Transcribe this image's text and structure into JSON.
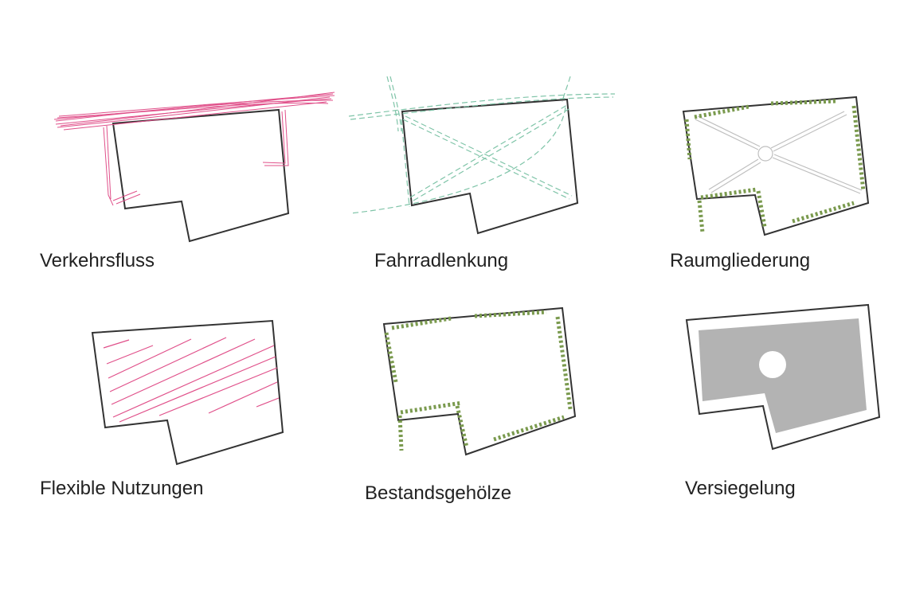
{
  "diagrams": [
    {
      "caption": "Verkehrsfluss",
      "theme": "traffic-flow"
    },
    {
      "caption": "Fahrradlenkung",
      "theme": "bicycle-routing"
    },
    {
      "caption": "Raumgliederung",
      "theme": "spatial-structure"
    },
    {
      "caption": "Flexible Nutzungen",
      "theme": "flexible-uses"
    },
    {
      "caption": "Bestandsgehölze",
      "theme": "existing-trees"
    },
    {
      "caption": "Versiegelung",
      "theme": "sealing"
    }
  ],
  "colors": {
    "outline": "#333333",
    "traffic": "#e0508a",
    "cycling": "#7fc4a8",
    "trees": "#7a9a4e",
    "paths": "#cccccc",
    "sealed": "#b3b3b3"
  }
}
